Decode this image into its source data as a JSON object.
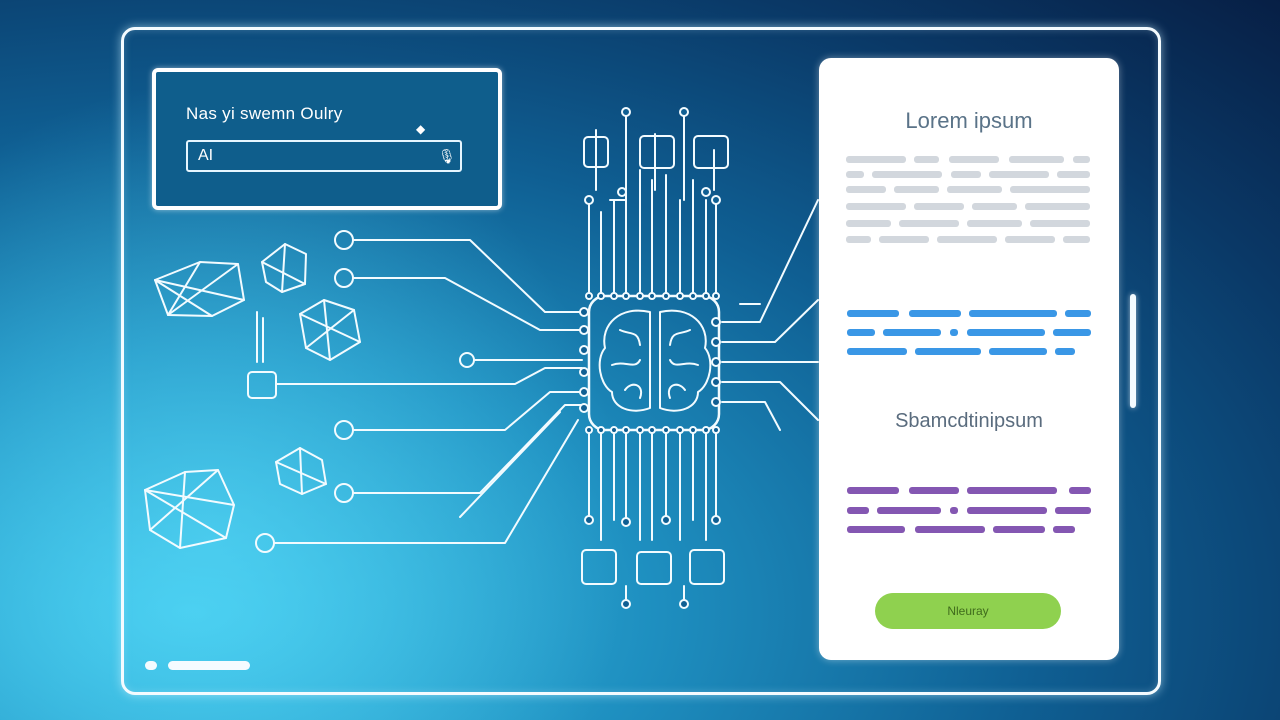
{
  "query": {
    "title": "Nas yi swemn Oulry",
    "input_value": "AI",
    "mic_icon": "mic-icon"
  },
  "panel": {
    "title": "Lorem ipsum",
    "subtitle": "Sbamcdtinipsum",
    "button_label": "Nleuray"
  },
  "colors": {
    "panel_gray": "#d2d7dd",
    "panel_blue": "#3a97e6",
    "panel_purple": "#8457b2",
    "button_green": "#8fd14f",
    "frame_line": "#f4fbff"
  },
  "center": {
    "icon": "brain-icon"
  }
}
